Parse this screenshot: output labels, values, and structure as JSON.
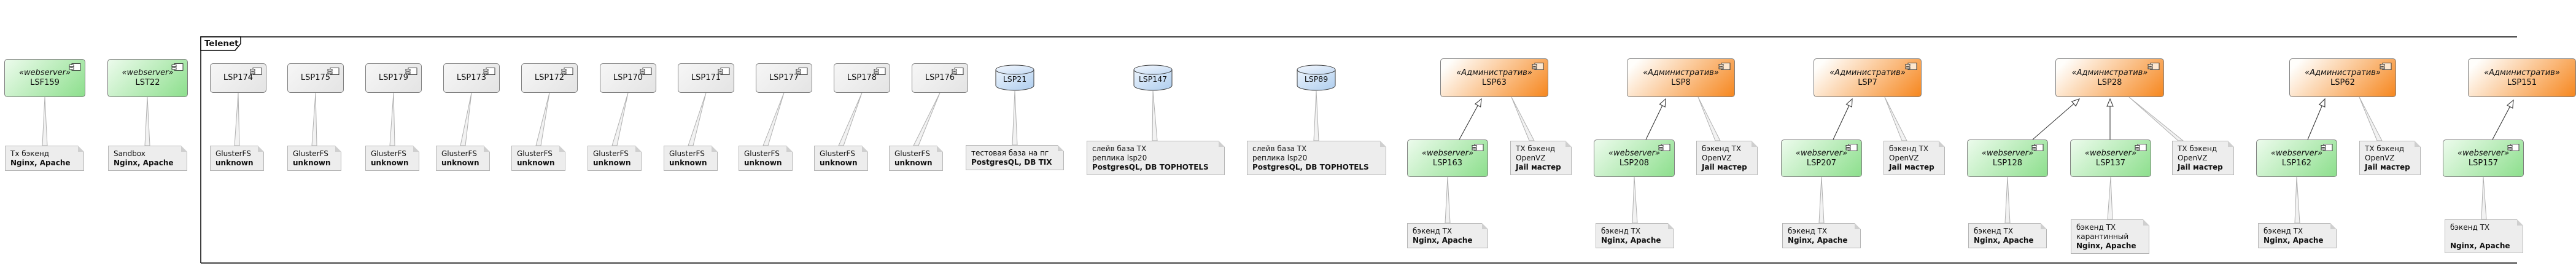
{
  "frame": {
    "title": "Telenet"
  },
  "colors": {
    "webserver_green_from": "#ecfbec",
    "webserver_green_to": "#8ddf8d",
    "admin_orange_from": "#fffefb",
    "admin_orange_to": "#f6871f",
    "node_gray_from": "#f6f6f6",
    "node_gray_to": "#e4e4e4",
    "database_blue_from": "#ecf4fd",
    "database_blue_to": "#aecdee",
    "note_bg": "#ededed"
  },
  "gluster": {
    "note_l1": "GlusterFS",
    "note_bold": "unknown",
    "nodes": [
      {
        "name": "LSP174"
      },
      {
        "name": "LSP175"
      },
      {
        "name": "LSP179"
      },
      {
        "name": "LSP173"
      },
      {
        "name": "LSP172"
      },
      {
        "name": "LSP170"
      },
      {
        "name": "LSP171"
      },
      {
        "name": "LSP177"
      },
      {
        "name": "LSP178"
      },
      {
        "name": "LSP176"
      }
    ]
  },
  "databases": {
    "nodes": [
      {
        "name": "LSP21",
        "note": {
          "l1": "тестовая база на пг",
          "bold": "PostgresQL, DB TIX"
        }
      },
      {
        "name": "LSP147",
        "note": {
          "l1": "слейв база ТХ",
          "l2": "реплика lsp20",
          "bold": "PostgresQL, DB TOPHOTELS"
        }
      },
      {
        "name": "LSP89",
        "note": {
          "l1": "слейв база ТХ",
          "l2": "реплика lsp20",
          "bold": "PostgresQL, DB TOPHOTELS"
        }
      }
    ]
  },
  "admins": {
    "stereotype": "«Административ»",
    "nodes": [
      {
        "name": "LSP63",
        "note": {
          "l1": "ТХ бэкенд",
          "l2": "OpenVZ",
          "bold": "Jail мастер"
        }
      },
      {
        "name": "LSP8",
        "note": {
          "l1": "бэкенд ТХ",
          "l2": "OpenVZ",
          "bold": "Jail мастер"
        }
      },
      {
        "name": "LSP7",
        "note": {
          "l1": "бэкенд ТХ",
          "l2": "OpenVZ",
          "bold": "Jail мастер"
        }
      },
      {
        "name": "LSP28",
        "note": {
          "l1": "ТХ бэкенд",
          "l2": "OpenVZ",
          "bold": "Jail мастер"
        }
      },
      {
        "name": "LSP62",
        "note": {
          "l1": "ТХ бэкенд",
          "l2": "OpenVZ",
          "bold": "Jail мастер"
        }
      },
      {
        "name": "LSP151"
      }
    ]
  },
  "webservers": {
    "stereotype": "«webserver»",
    "nodes": [
      {
        "name": "LSF159",
        "note": {
          "l1": "Тх бэкенд",
          "bold": "Nginx, Apache"
        }
      },
      {
        "name": "LST22",
        "note": {
          "l1": "Sandbox",
          "bold": "Nginx, Apache"
        }
      },
      {
        "name": "LSP163",
        "note": {
          "l1": "бэкенд ТХ",
          "bold": "Nginx, Apache"
        }
      },
      {
        "name": "LSP208",
        "note": {
          "l1": "бэкенд ТХ",
          "bold": "Nginx, Apache"
        }
      },
      {
        "name": "LSP207",
        "note": {
          "l1": "бэкенд ТХ",
          "bold": "Nginx, Apache"
        }
      },
      {
        "name": "LSP128",
        "note": {
          "l1": "бэкенд ТХ",
          "bold": "Nginx, Apache"
        }
      },
      {
        "name": "LSP137",
        "note": {
          "l1": "бэкенд ТХ",
          "l2": "карантинный",
          "bold": "Nginx, Apache"
        }
      },
      {
        "name": "LSP162",
        "note": {
          "l1": "бэкенд ТХ",
          "bold": "Nginx, Apache"
        }
      },
      {
        "name": "LSP157",
        "note": {
          "l1": "бэкенд ТХ",
          "l2": " ",
          "bold": "Nginx, Apache"
        }
      }
    ]
  }
}
